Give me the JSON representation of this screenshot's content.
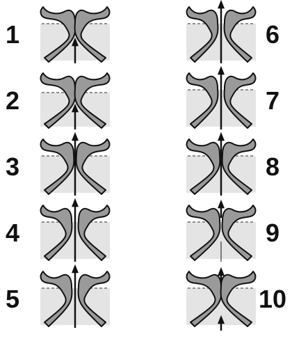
{
  "steps": [
    {
      "label": "1",
      "stage": "closed",
      "arrow": "below"
    },
    {
      "label": "2",
      "stage": "closed-lower",
      "arrow": "below"
    },
    {
      "label": "3",
      "stage": "opening",
      "arrow": "through"
    },
    {
      "label": "4",
      "stage": "open",
      "arrow": "through"
    },
    {
      "label": "5",
      "stage": "open",
      "arrow": "through-gap"
    },
    {
      "label": "6",
      "stage": "open",
      "arrow": "through"
    },
    {
      "label": "7",
      "stage": "open",
      "arrow": "through"
    },
    {
      "label": "8",
      "stage": "closing",
      "arrow": "through"
    },
    {
      "label": "9",
      "stage": "closing",
      "arrow": "above-thin-below"
    },
    {
      "label": "10",
      "stage": "closed",
      "arrow": "above-and-below"
    }
  ],
  "colors": {
    "liquid": "#e4e4e4",
    "wall_fill": "#9a9a9a",
    "wall_stroke": "#111111",
    "surface_line": "#555555",
    "arrow": "#111111",
    "label": "#111111"
  }
}
